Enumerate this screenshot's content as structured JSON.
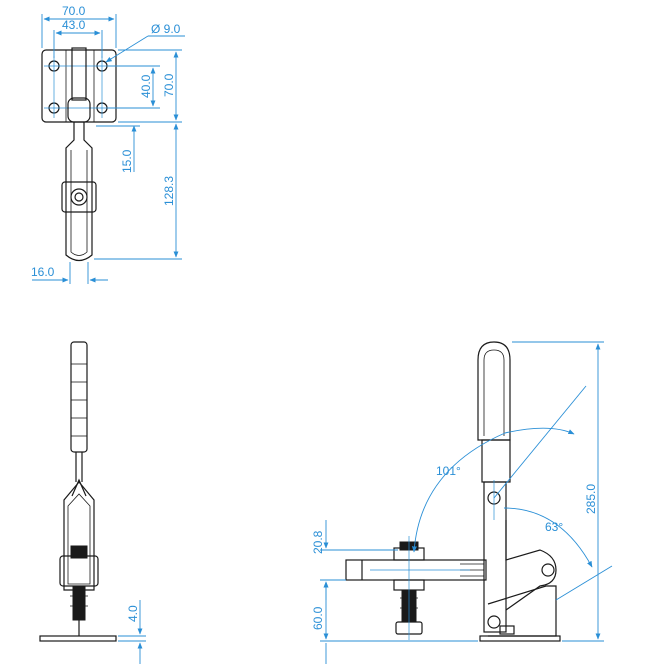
{
  "colors": {
    "part": "#1a1a1a",
    "dimension": "#2a8fd6",
    "background": "#ffffff"
  },
  "top_view": {
    "width_overall": "70.0",
    "hole_spacing_x": "43.0",
    "hole_diameter": "Ø 9.0",
    "hole_spacing_y": "40.0",
    "base_height": "70.0",
    "pivot_offset": "15.0",
    "handle_length": "128.3",
    "handle_width": "16.0"
  },
  "end_view": {
    "base_thickness": "4.0"
  },
  "side_view": {
    "open_angle": "101°",
    "handle_angle": "63°",
    "overall_height": "285.0",
    "spindle_height": "20.8",
    "pivot_height": "60.0"
  }
}
